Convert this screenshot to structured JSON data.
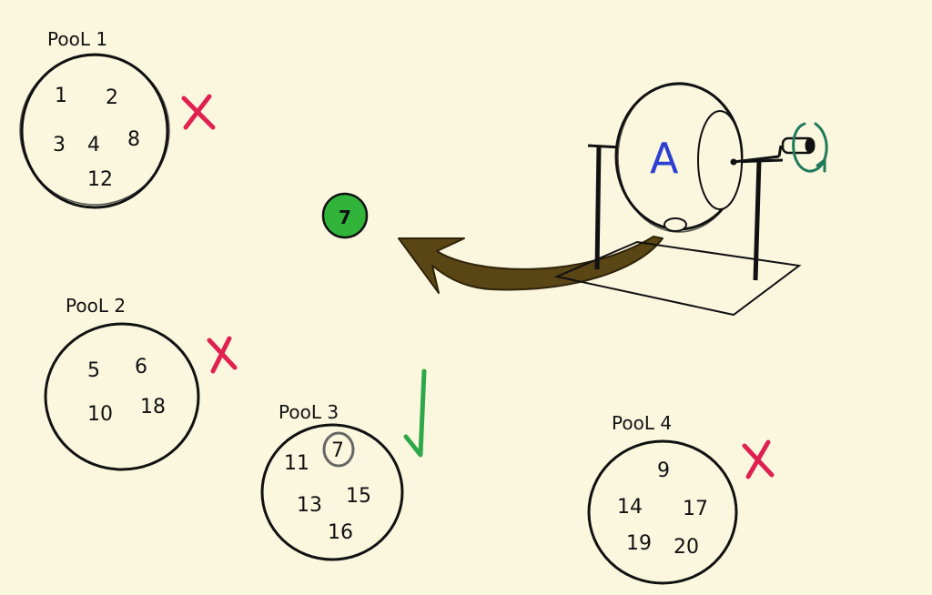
{
  "colors": {
    "background": "#fbf7df",
    "ink": "#111111",
    "cross": "#e0214f",
    "check": "#2ea84a",
    "drawn_ball": "#32b43a",
    "arrow": "#5a4514",
    "drum_letter": "#2b3fd1",
    "crank_rotation": "#1f7a5c"
  },
  "pools": [
    {
      "title": "PooL 1",
      "numbers": [
        "1",
        "2",
        "3",
        "4",
        "8",
        "12"
      ],
      "status": "cross-mark"
    },
    {
      "title": "PooL 2",
      "numbers": [
        "5",
        "6",
        "10",
        "18"
      ],
      "status": "cross-mark"
    },
    {
      "title": "PooL 3",
      "numbers": [
        "11",
        "7",
        "13",
        "15",
        "16"
      ],
      "status": "check-mark",
      "highlighted": "7"
    },
    {
      "title": "PooL 4",
      "numbers": [
        "9",
        "14",
        "17",
        "19",
        "20"
      ],
      "status": "cross-mark"
    }
  ],
  "drawn_ball": "7",
  "drum": {
    "label": "A",
    "icon": "lottery-drum-icon",
    "crank_icon": "rotate-arrow-icon"
  }
}
